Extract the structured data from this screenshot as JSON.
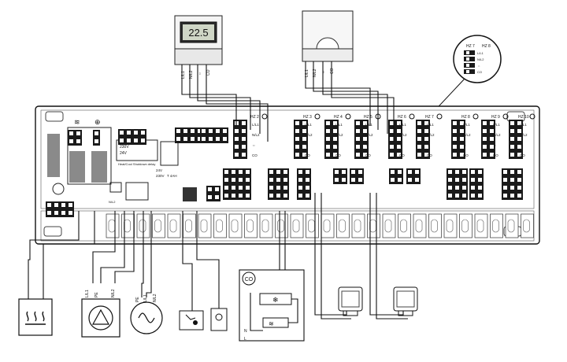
{
  "thermostat_display": {
    "reading": "22.5"
  },
  "terminal_labels": {
    "L_L1": "L/L1",
    "N_L2": "N/L2",
    "arrows": "⇔",
    "CO": "CO",
    "PE": "PE"
  },
  "zones": [
    "HZ 2",
    "HZ 3",
    "HZ 4",
    "HZ 5",
    "HZ 6",
    "HZ 7",
    "HZ 8",
    "HZ 9",
    "HZ 10"
  ],
  "zone_rows": [
    "L/L1",
    "N/L2",
    "⇔",
    "CO"
  ],
  "zoom_inset": {
    "col1": "HZ 7",
    "col2": "HZ 8",
    "rows": [
      "L/L1",
      "N/L2",
      "⇔",
      "CO"
    ]
  },
  "module_labels": {
    "supply": "230V",
    "supply_24": "24V",
    "relay_text": "Heat/Cool Shutdown delay",
    "fuse_text_1": "24V",
    "fuse_text_2": "230V",
    "fuse_text_3": "T 4AH",
    "jumper": "N/L2"
  },
  "co_module": {
    "badge": "CO",
    "n": "N",
    "l": "L"
  }
}
